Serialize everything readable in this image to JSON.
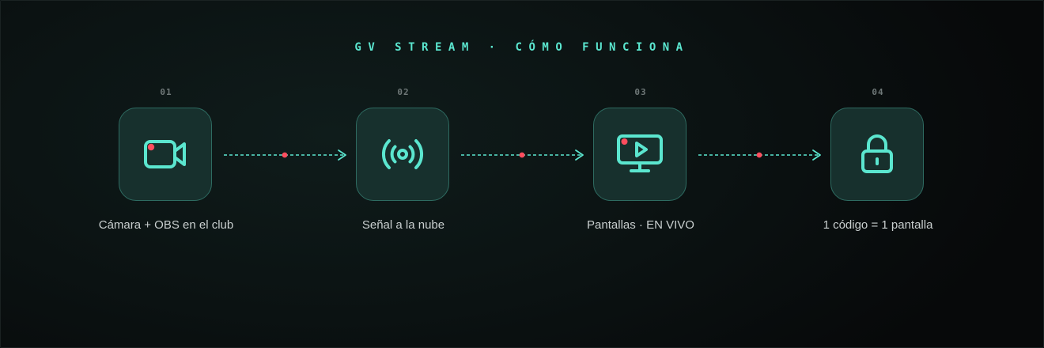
{
  "title": "GV STREAM · CÓMO FUNCIONA",
  "colors": {
    "accent": "#5be6cf",
    "alert": "#ff4d5e",
    "tile_bg": "#17302d",
    "tile_border": "#2e6b61",
    "label": "#c9cfcf",
    "number": "#6f7878"
  },
  "steps": [
    {
      "number": "01",
      "label": "Cámara + OBS en el club",
      "icon": "video-camera-icon"
    },
    {
      "number": "02",
      "label": "Señal a la nube",
      "icon": "broadcast-signal-icon"
    },
    {
      "number": "03",
      "label": "Pantallas · EN VIVO",
      "icon": "monitor-play-icon"
    },
    {
      "number": "04",
      "label": "1 código = 1 pantalla",
      "icon": "padlock-icon"
    }
  ]
}
